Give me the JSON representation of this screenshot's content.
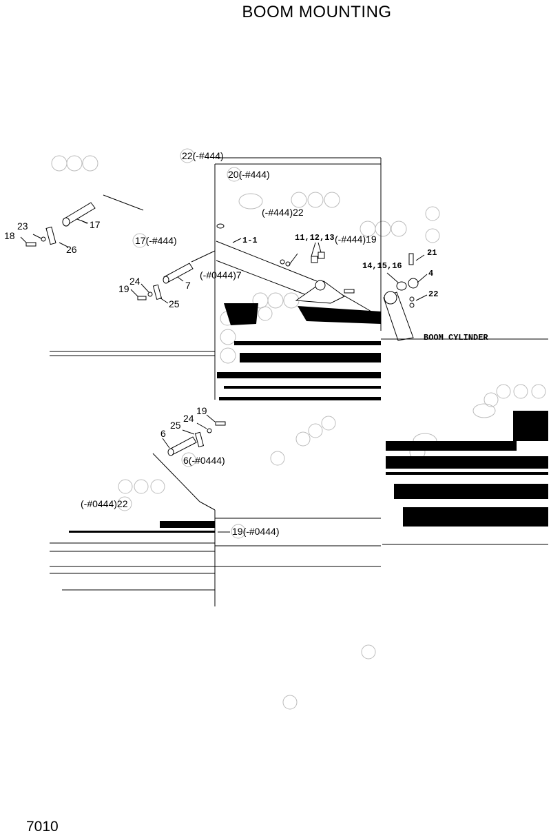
{
  "header": {
    "title": "BOOM MOUNTING"
  },
  "footer": {
    "page_number": "7010"
  },
  "callouts": {
    "c22_444": "22(-#444)",
    "c20_444": "20(-#444)",
    "c444_22": "(-#444)22",
    "c17": "17",
    "c23": "23",
    "c18": "18",
    "c26": "26",
    "c17_444": "17(-#444)",
    "c1_1": "1-1",
    "c11_12_13": "11,12,13",
    "c444_19": "(-#444)19",
    "c21": "21",
    "c14_15_16": "14,15,16",
    "c4": "4",
    "c22b": "22",
    "c0444_7": "(-#0444)7",
    "c24a": "24",
    "c19a": "19",
    "c7": "7",
    "c25a": "25",
    "boom_cylinder": "BOOM CYLINDER",
    "c19b": "19",
    "c24b": "24",
    "c25b": "25",
    "c6": "6",
    "c6_0444": "6(-#0444)",
    "c0444_22": "(-#0444)22",
    "c19_0444": "19(-#0444)"
  }
}
